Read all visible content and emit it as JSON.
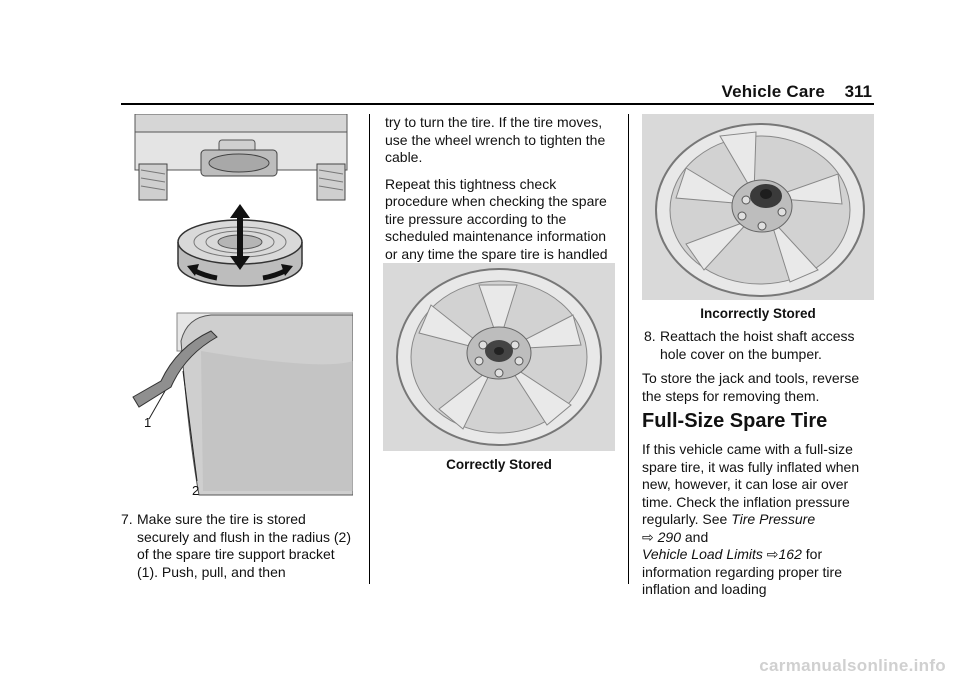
{
  "header": {
    "title": "Vehicle Care",
    "page_number": "311"
  },
  "col1": {
    "figure1_label_1": "1",
    "figure1_label_2": "2",
    "step7_num": "7.",
    "step7_text": "Make sure the tire is stored securely and flush in the radius (2) of the spare tire support bracket (1). Push, pull, and then"
  },
  "col2": {
    "para1": "try to turn the tire. If the tire moves, use the wheel wrench to tighten the cable.",
    "para2": "Repeat this tightness check procedure when checking the spare tire pressure according to the scheduled maintenance information or any time the spare tire is handled due to service of other components.",
    "caption_correct": "Correctly Stored"
  },
  "col3": {
    "caption_incorrect": "Incorrectly Stored",
    "step8_num": "8.",
    "step8_text": "Reattach the hoist shaft access hole cover on the bumper.",
    "para_store": "To store the jack and tools, reverse the steps for removing them.",
    "heading": "Full-Size Spare Tire",
    "para_fs_a": "If this vehicle came with a full-size spare tire, it was fully inflated when new, however, it can lose air over time. Check the inflation pressure regularly. See ",
    "ref1_title": "Tire Pressure",
    "ref1_arrow": "⇨",
    "ref1_page": "290",
    "and_word": " and",
    "ref2_title": "Vehicle Load Limits",
    "ref2_arrow": "⇨",
    "ref2_page": "162",
    "para_fs_b": " for information regarding proper tire inflation and loading"
  },
  "watermark": {
    "text": "carmanualsonline.info"
  }
}
